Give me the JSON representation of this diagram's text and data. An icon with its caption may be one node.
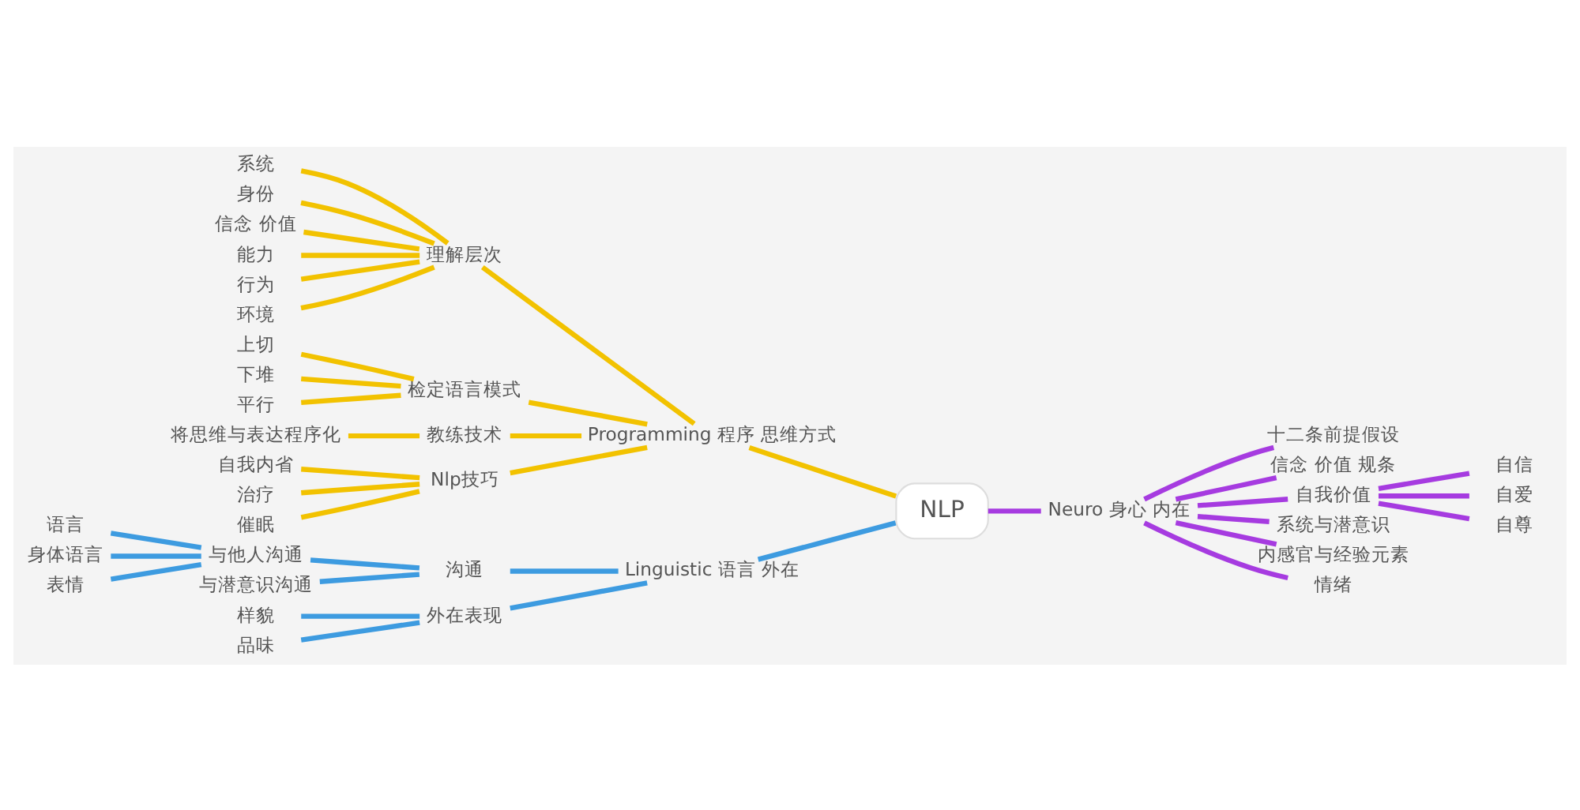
{
  "diagram": {
    "nodes": [
      {
        "text": [
          "NLP"
        ]
      },
      {
        "text": [
          "Programming 程序 思维方式"
        ]
      },
      {
        "text": [
          "理解层次"
        ]
      },
      {
        "text": [
          "系统"
        ]
      },
      {
        "text": [
          "身份"
        ]
      },
      {
        "text": [
          "信念 价值"
        ]
      },
      {
        "text": [
          "能力"
        ]
      },
      {
        "text": [
          "行为"
        ]
      },
      {
        "text": [
          "环境"
        ]
      },
      {
        "text": [
          "检定语言模式"
        ]
      },
      {
        "text": [
          "上切"
        ]
      },
      {
        "text": [
          "下堆"
        ]
      },
      {
        "text": [
          "平行"
        ]
      },
      {
        "text": [
          "教练技术"
        ]
      },
      {
        "text": [
          "将思维与表达程序化"
        ]
      },
      {
        "text": [
          "Nlp技巧"
        ]
      },
      {
        "text": [
          "自我内省"
        ]
      },
      {
        "text": [
          "治疗"
        ]
      },
      {
        "text": [
          "催眠"
        ]
      },
      {
        "text": [
          "Neuro 身心 内在"
        ]
      },
      {
        "text": [
          "十二条前提假设"
        ]
      },
      {
        "text": [
          "信念 价值 规条"
        ]
      },
      {
        "text": [
          "自我价值"
        ]
      },
      {
        "text": [
          "自信"
        ]
      },
      {
        "text": [
          "自爱"
        ]
      },
      {
        "text": [
          "自尊"
        ]
      },
      {
        "text": [
          "系统与潜意识"
        ]
      },
      {
        "text": [
          "内感官与经验元素"
        ]
      },
      {
        "text": [
          "情绪"
        ]
      },
      {
        "text": [
          "Linguistic 语言 外在"
        ]
      },
      {
        "text": [
          "沟通"
        ]
      },
      {
        "text": [
          "与他人沟通"
        ]
      },
      {
        "text": [
          "语言"
        ]
      },
      {
        "text": [
          "身体语言"
        ]
      },
      {
        "text": [
          "表情"
        ]
      },
      {
        "text": [
          "与潜意识沟通"
        ]
      },
      {
        "text": [
          "外在表现"
        ]
      },
      {
        "text": [
          "样貌"
        ]
      },
      {
        "text": [
          "品味"
        ]
      }
    ],
    "edges": [
      {
        "from": 0,
        "to": 1,
        "arrow": "none"
      },
      {
        "from": 1,
        "to": 2,
        "arrow": "none"
      },
      {
        "from": 2,
        "to": 3,
        "arrow": "none"
      },
      {
        "from": 2,
        "to": 4,
        "arrow": "none"
      },
      {
        "from": 2,
        "to": 5,
        "arrow": "none"
      },
      {
        "from": 2,
        "to": 6,
        "arrow": "none"
      },
      {
        "from": 2,
        "to": 7,
        "arrow": "none"
      },
      {
        "from": 2,
        "to": 8,
        "arrow": "none"
      },
      {
        "from": 1,
        "to": 9,
        "arrow": "none"
      },
      {
        "from": 9,
        "to": 10,
        "arrow": "none"
      },
      {
        "from": 9,
        "to": 11,
        "arrow": "none"
      },
      {
        "from": 9,
        "to": 12,
        "arrow": "none"
      },
      {
        "from": 1,
        "to": 13,
        "arrow": "none"
      },
      {
        "from": 13,
        "to": 14,
        "arrow": "none"
      },
      {
        "from": 1,
        "to": 15,
        "arrow": "none"
      },
      {
        "from": 15,
        "to": 16,
        "arrow": "none"
      },
      {
        "from": 15,
        "to": 17,
        "arrow": "none"
      },
      {
        "from": 15,
        "to": 18,
        "arrow": "none"
      },
      {
        "from": 0,
        "to": 19,
        "arrow": "none",
        "color": "#a63be0"
      },
      {
        "from": 19,
        "to": 20,
        "arrow": "none",
        "color": "#a63be0"
      },
      {
        "from": 19,
        "to": 21,
        "arrow": "none",
        "color": "#a63be0"
      },
      {
        "from": 19,
        "to": 22,
        "arrow": "none",
        "color": "#a63be0"
      },
      {
        "from": 22,
        "to": 23,
        "arrow": "none",
        "color": "#a63be0"
      },
      {
        "from": 22,
        "to": 24,
        "arrow": "none",
        "color": "#a63be0"
      },
      {
        "from": 22,
        "to": 25,
        "arrow": "none",
        "color": "#a63be0"
      },
      {
        "from": 19,
        "to": 26,
        "arrow": "none",
        "color": "#a63be0"
      },
      {
        "from": 19,
        "to": 27,
        "arrow": "none",
        "color": "#a63be0"
      },
      {
        "from": 19,
        "to": 28,
        "arrow": "none",
        "color": "#a63be0"
      },
      {
        "from": 0,
        "to": 29,
        "arrow": "none",
        "color": "#3d9be0"
      },
      {
        "from": 29,
        "to": 30,
        "arrow": "none",
        "color": "#3d9be0"
      },
      {
        "from": 30,
        "to": 31,
        "arrow": "none",
        "color": "#3d9be0"
      },
      {
        "from": 31,
        "to": 32,
        "arrow": "none",
        "color": "#3d9be0"
      },
      {
        "from": 31,
        "to": 33,
        "arrow": "none",
        "color": "#3d9be0"
      },
      {
        "from": 31,
        "to": 34,
        "arrow": "none",
        "color": "#3d9be0"
      },
      {
        "from": 30,
        "to": 35,
        "arrow": "none",
        "color": "#3d9be0"
      },
      {
        "from": 29,
        "to": 36,
        "arrow": "none",
        "color": "#3d9be0"
      },
      {
        "from": 36,
        "to": 37,
        "arrow": "none",
        "color": "#3d9be0"
      },
      {
        "from": 36,
        "to": 38,
        "arrow": "none",
        "color": "#3d9be0"
      }
    ]
  }
}
